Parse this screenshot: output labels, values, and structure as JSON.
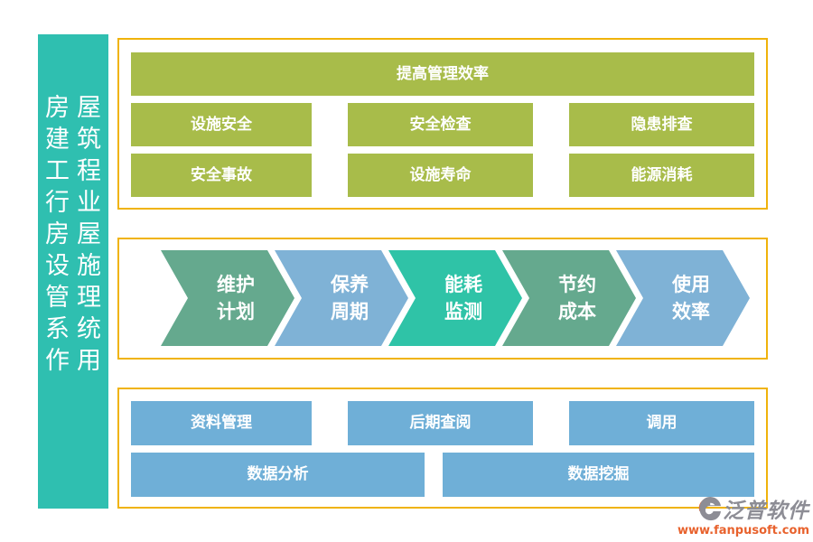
{
  "sidebar": {
    "title": "房屋建筑工程行业房屋设施管理系统作用",
    "rows": [
      "房屋",
      "建筑",
      "工程",
      "行业",
      "房屋",
      "设施",
      "管理",
      "系统",
      "作用"
    ],
    "bg_color": "#2FBFB0"
  },
  "top_section": {
    "border_color": "#F0B30B",
    "button_color": "#A8BC4A",
    "header": "提高管理效率",
    "items": [
      [
        "设施安全",
        "安全检查",
        "隐患排查"
      ],
      [
        "安全事故",
        "设施寿命",
        "能源消耗"
      ]
    ]
  },
  "flow_section": {
    "border_color": "#F0B30B",
    "steps": [
      {
        "line1": "维护",
        "line2": "计划",
        "color": "#65A98E"
      },
      {
        "line1": "保养",
        "line2": "周期",
        "color": "#7FB2D6"
      },
      {
        "line1": "能耗",
        "line2": "监测",
        "color": "#2FC3A7"
      },
      {
        "line1": "节约",
        "line2": "成本",
        "color": "#65A98E"
      },
      {
        "line1": "使用",
        "line2": "效率",
        "color": "#7FB2D6"
      }
    ]
  },
  "bottom_section": {
    "border_color": "#F0B30B",
    "button_color": "#6FAFD7",
    "row1": [
      "资料管理",
      "后期查阅",
      "调用"
    ],
    "row2": [
      "数据分析",
      "数据挖掘"
    ]
  },
  "logo": {
    "name": "泛普软件",
    "url": "www.fanpusoft.com",
    "gray": "#8D8D95",
    "accent": "#E8622D"
  }
}
